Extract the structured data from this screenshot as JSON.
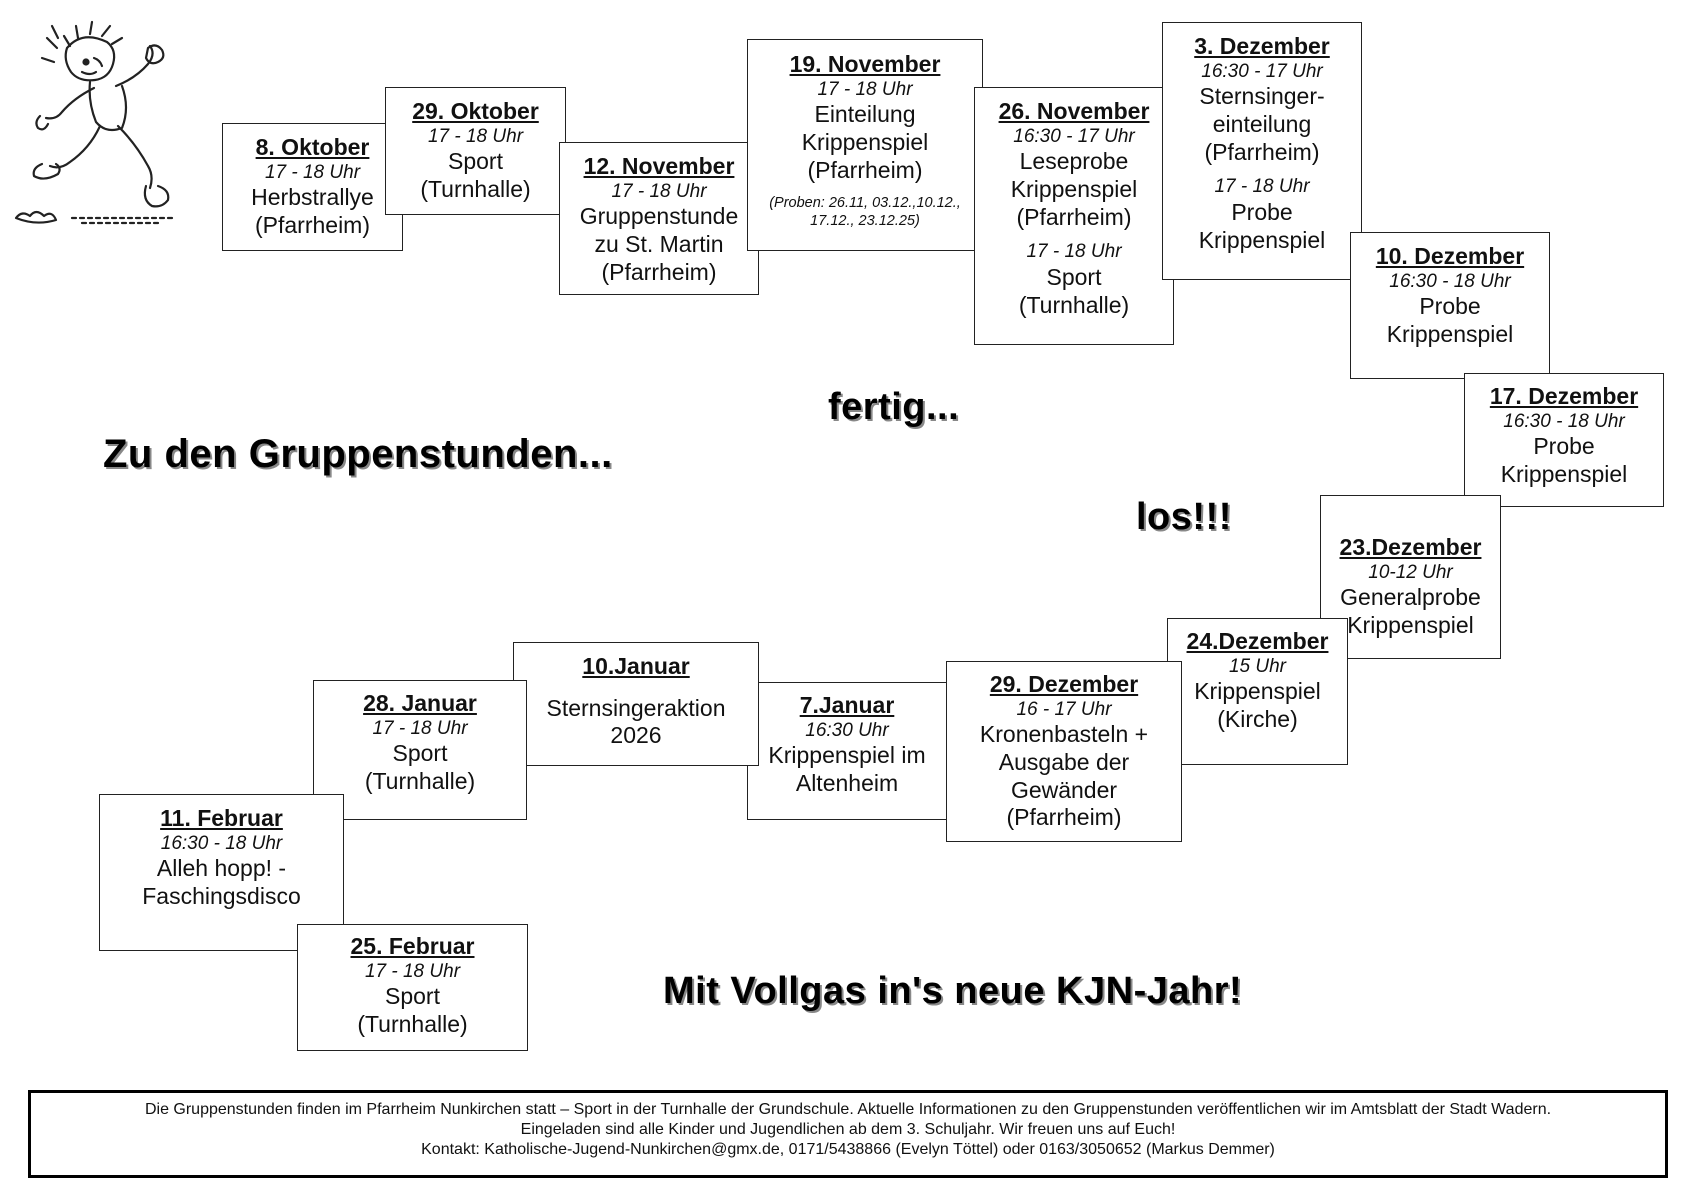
{
  "events": [
    {
      "id": "e1",
      "date": "8. Oktober",
      "time": "17 - 18 Uhr",
      "text": [
        "Herbstrallye",
        "(Pfarrheim)"
      ]
    },
    {
      "id": "e2",
      "date": "29. Oktober",
      "time": "17 - 18 Uhr",
      "text": [
        "Sport",
        "(Turnhalle)"
      ]
    },
    {
      "id": "e3",
      "date": "12. November",
      "time": "17 - 18 Uhr",
      "text": [
        "Gruppenstunde",
        "zu St. Martin",
        "(Pfarrheim)"
      ]
    },
    {
      "id": "e4",
      "date": "19. November",
      "time": "17 - 18 Uhr",
      "text": [
        "Einteilung",
        "Krippenspiel",
        "(Pfarrheim)"
      ],
      "note": [
        "(Proben: 26.11, 03.12.,10.12.,",
        "17.12., 23.12.25)"
      ]
    },
    {
      "id": "e5",
      "date": "26. November",
      "time": "16:30 - 17 Uhr",
      "text": [
        "Leseprobe",
        "Krippenspiel",
        "(Pfarrheim)"
      ],
      "time2": "17 - 18 Uhr",
      "text2": [
        "Sport",
        "(Turnhalle)"
      ]
    },
    {
      "id": "e6",
      "date": "3. Dezember",
      "time": "16:30 - 17 Uhr",
      "text": [
        "Sternsinger-",
        "einteilung",
        "(Pfarrheim)"
      ],
      "time2": "17 - 18 Uhr",
      "text2": [
        "Probe",
        "Krippenspiel"
      ]
    },
    {
      "id": "e7",
      "date": "10. Dezember",
      "time": "16:30 - 18 Uhr",
      "text": [
        "Probe",
        "Krippenspiel"
      ]
    },
    {
      "id": "e8",
      "date": "17. Dezember",
      "time": "16:30 - 18 Uhr",
      "text": [
        "Probe",
        "Krippenspiel"
      ]
    },
    {
      "id": "e9",
      "date": "23.Dezember",
      "time": "10-12 Uhr",
      "text": [
        "Generalprobe",
        "Krippenspiel"
      ]
    },
    {
      "id": "e10",
      "date": "24.Dezember",
      "time": "15 Uhr",
      "text": [
        "Krippenspiel",
        "(Kirche)"
      ]
    },
    {
      "id": "e11",
      "date": "29. Dezember",
      "time": "16 - 17 Uhr",
      "text": [
        "Kronenbasteln +",
        "Ausgabe der",
        "Gewänder",
        "(Pfarrheim)"
      ]
    },
    {
      "id": "e12",
      "date": "7.Januar",
      "time": "16:30 Uhr",
      "text": [
        "Krippenspiel im",
        "Altenheim"
      ]
    },
    {
      "id": "e13",
      "date": "10.Januar",
      "time": "",
      "text": [
        "Sternsingeraktion",
        "2026"
      ]
    },
    {
      "id": "e14",
      "date": "28. Januar",
      "time": "17 - 18 Uhr",
      "text": [
        "Sport",
        "(Turnhalle)"
      ]
    },
    {
      "id": "e15",
      "date": "11. Februar",
      "time": "16:30 - 18 Uhr",
      "text": [
        "Alleh hopp! -",
        "Faschingsdisco"
      ]
    },
    {
      "id": "e16",
      "date": "25. Februar",
      "time": "17 - 18 Uhr",
      "text": [
        "Sport",
        "(Turnhalle)"
      ]
    }
  ],
  "slogans": {
    "gruppenstunden": "Zu den Gruppenstunden...",
    "fertig": "fertig...",
    "los": "los!!!",
    "vollgas": "Mit Vollgas in's neue KJN-Jahr!"
  },
  "footer": {
    "line1": "Die Gruppenstunden finden im Pfarrheim Nunkirchen statt – Sport in der Turnhalle der Grundschule. Aktuelle Informationen zu den Gruppenstunden veröffentlichen wir im Amtsblatt der Stadt Wadern.",
    "line2": "Eingeladen sind alle Kinder und Jugendlichen ab dem 3. Schuljahr. Wir freuen uns auf Euch!",
    "line3": "Kontakt: Katholische-Jugend-Nunkirchen@gmx.de, 0171/5438866 (Evelyn Töttel) oder 0163/3050652 (Markus Demmer)"
  },
  "icons": {
    "runner": "running-boy-illustration"
  }
}
